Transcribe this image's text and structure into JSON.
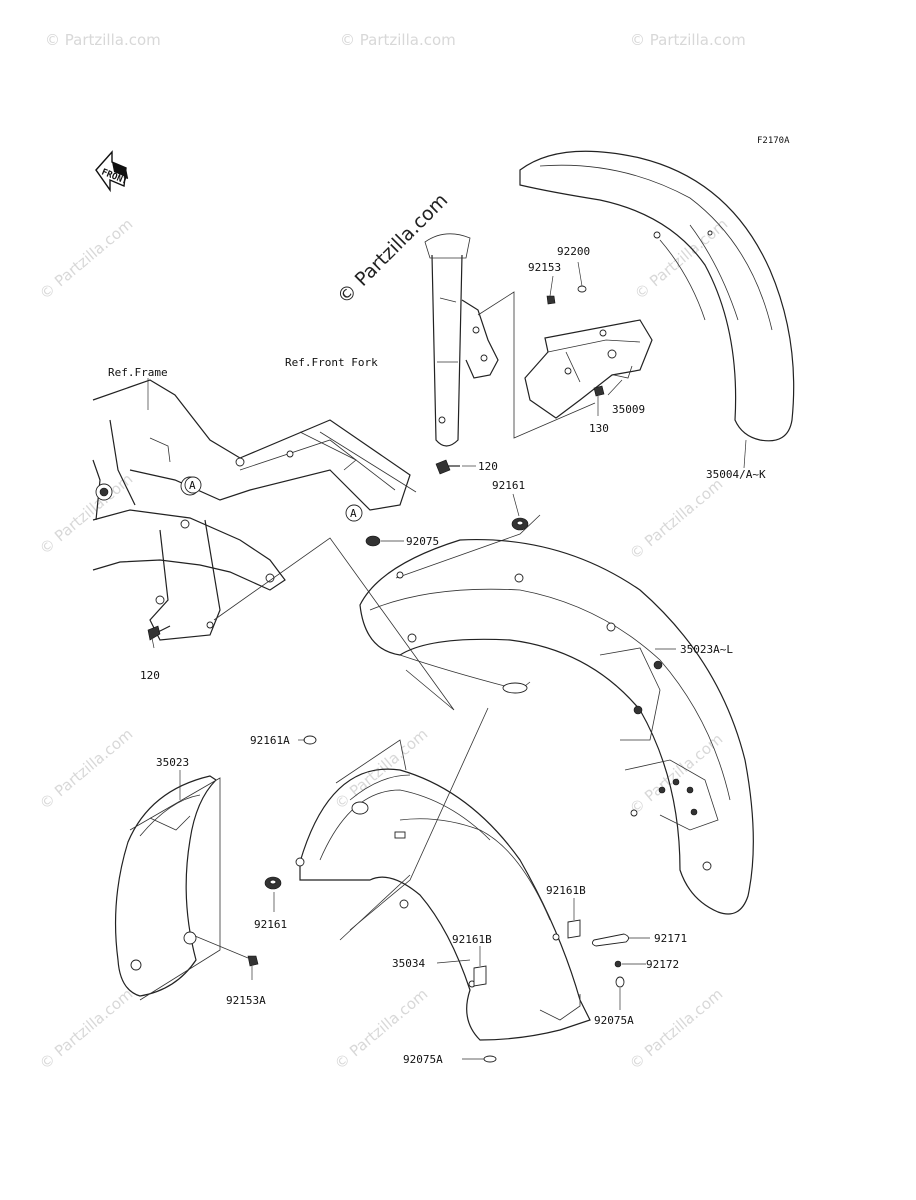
{
  "diagram_code": "F2170A",
  "front_arrow_label": "FRONT",
  "watermark": "© Partzilla.com",
  "references": {
    "frame": "Ref.Frame",
    "front_fork": "Ref.Front Fork"
  },
  "callouts": {
    "view_marker": "A",
    "p92200": "92200",
    "p92153": "92153",
    "p35009": "35009",
    "p130": "130",
    "p35004": "35004/A~K",
    "p120_top": "120",
    "p92161_top": "92161",
    "p92075": "92075",
    "p120_bottom": "120",
    "p35023AL": "35023A~L",
    "p92161A": "92161A",
    "p35023": "35023",
    "p92161_bottom": "92161",
    "p92153A": "92153A",
    "p92161B_right": "92161B",
    "p92161B_left": "92161B",
    "p35034": "35034",
    "p92171": "92171",
    "p92172": "92172",
    "p92075A_right": "92075A",
    "p92075A_bottom": "92075A"
  }
}
